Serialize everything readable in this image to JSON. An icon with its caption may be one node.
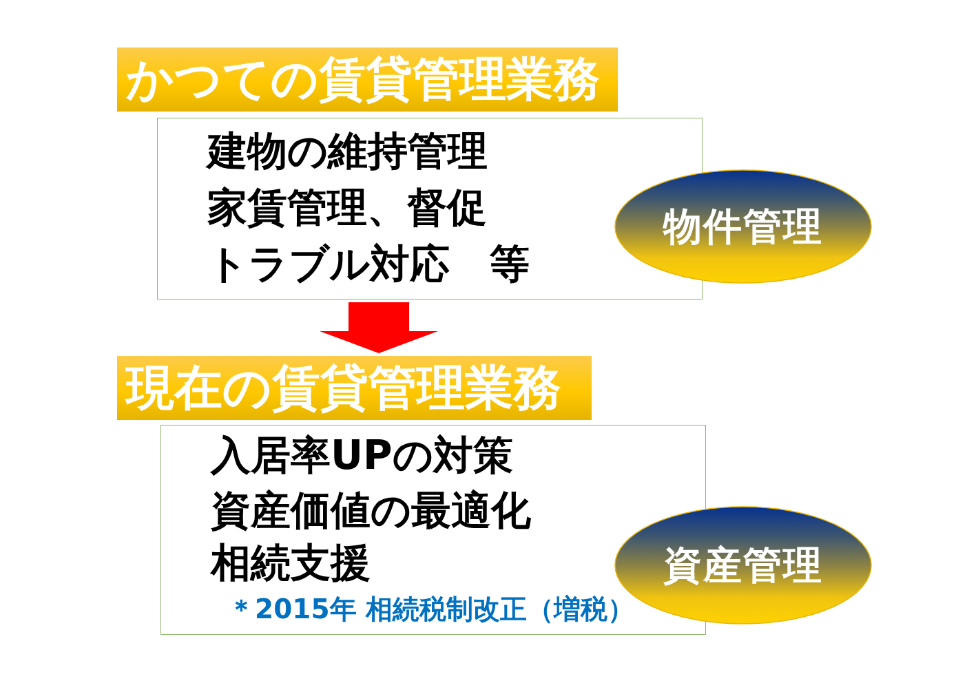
{
  "diagram": {
    "nodes": [
      {
        "text": [
          "かつての賃貸管理業務"
        ]
      },
      {
        "text": [
          "建物の維持管理",
          "家賃管理、督促",
          "トラブル対応　等"
        ]
      },
      {
        "text": [
          "物件管理"
        ]
      },
      {
        "text": [
          "現在の賃貸管理業務"
        ]
      },
      {
        "text": [
          "入居率UPの対策",
          "資産価値の最適化",
          "相続支援",
          "＊2015年 相続税制改正（増税）"
        ]
      },
      {
        "text": [
          "資産管理"
        ]
      }
    ],
    "edges": [
      {
        "from": 1,
        "to": 3,
        "arrow": "to",
        "color": "#ff0000"
      }
    ]
  }
}
